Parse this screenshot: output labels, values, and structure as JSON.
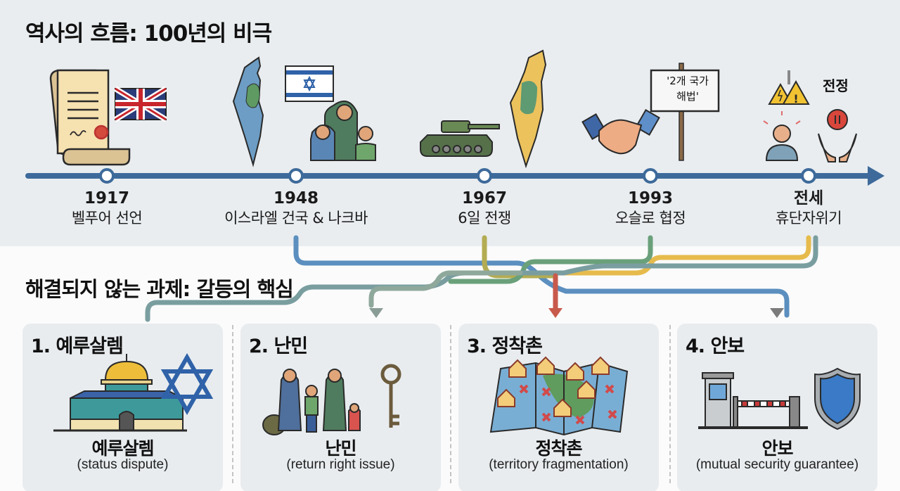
{
  "top_section": {
    "title": "역사의 흐름: 100년의 비극",
    "timeline": [
      {
        "year": "1917",
        "label": "벨푸어 선언",
        "icons": [
          "scroll-document-icon",
          "union-jack-flag-icon"
        ]
      },
      {
        "year": "1948",
        "label": "이스라엘 건국 & 나크바",
        "icons": [
          "map-icon",
          "israel-flag-icon",
          "refugee-family-icon"
        ]
      },
      {
        "year": "1967",
        "label": "6일 전쟁",
        "icons": [
          "tank-icon",
          "map-occupied-icon"
        ]
      },
      {
        "year": "1993",
        "label": "오슬로 협정",
        "icons": [
          "handshake-icon",
          "signpost-icon"
        ],
        "sign_text_line1": "'2개 국가",
        "sign_text_line2": "해법'"
      },
      {
        "year": "전세",
        "label": "휴단자위기",
        "icons": [
          "warning-icon",
          "distressed-person-icon",
          "stop-hands-icon"
        ],
        "side_text": "전정"
      }
    ]
  },
  "bottom_section": {
    "title": "해결되지 않는 과제: 갈등의 핵심",
    "cards": [
      {
        "title": "1. 예루살렘",
        "name": "예루살렘",
        "subtitle": "(status dispute)",
        "icons": [
          "dome-of-the-rock-icon",
          "star-of-david-icon"
        ]
      },
      {
        "title": "2. 난민",
        "name": "난민",
        "subtitle": "(return right issue)",
        "icons": [
          "refugee-family-icon",
          "key-icon"
        ]
      },
      {
        "title": "3. 정착촌",
        "name": "정착촌",
        "subtitle": "(territory fragmentation)",
        "icons": [
          "settlement-map-icon"
        ]
      },
      {
        "title": "4. 안보",
        "name": "안보",
        "subtitle": "(mutual security guarantee)",
        "icons": [
          "checkpoint-barrier-icon",
          "shield-icon"
        ]
      }
    ]
  },
  "colors": {
    "timeline": "#3d6a9a",
    "flow_blue": "#5b8fbf",
    "flow_olive": "#b3ac52",
    "flow_green": "#6aa07a",
    "flow_yellow": "#e6bb4c",
    "flow_gray": "#7b7b7b",
    "flow_teal": "#7a9ea0",
    "flow_red": "#c85a4c"
  }
}
